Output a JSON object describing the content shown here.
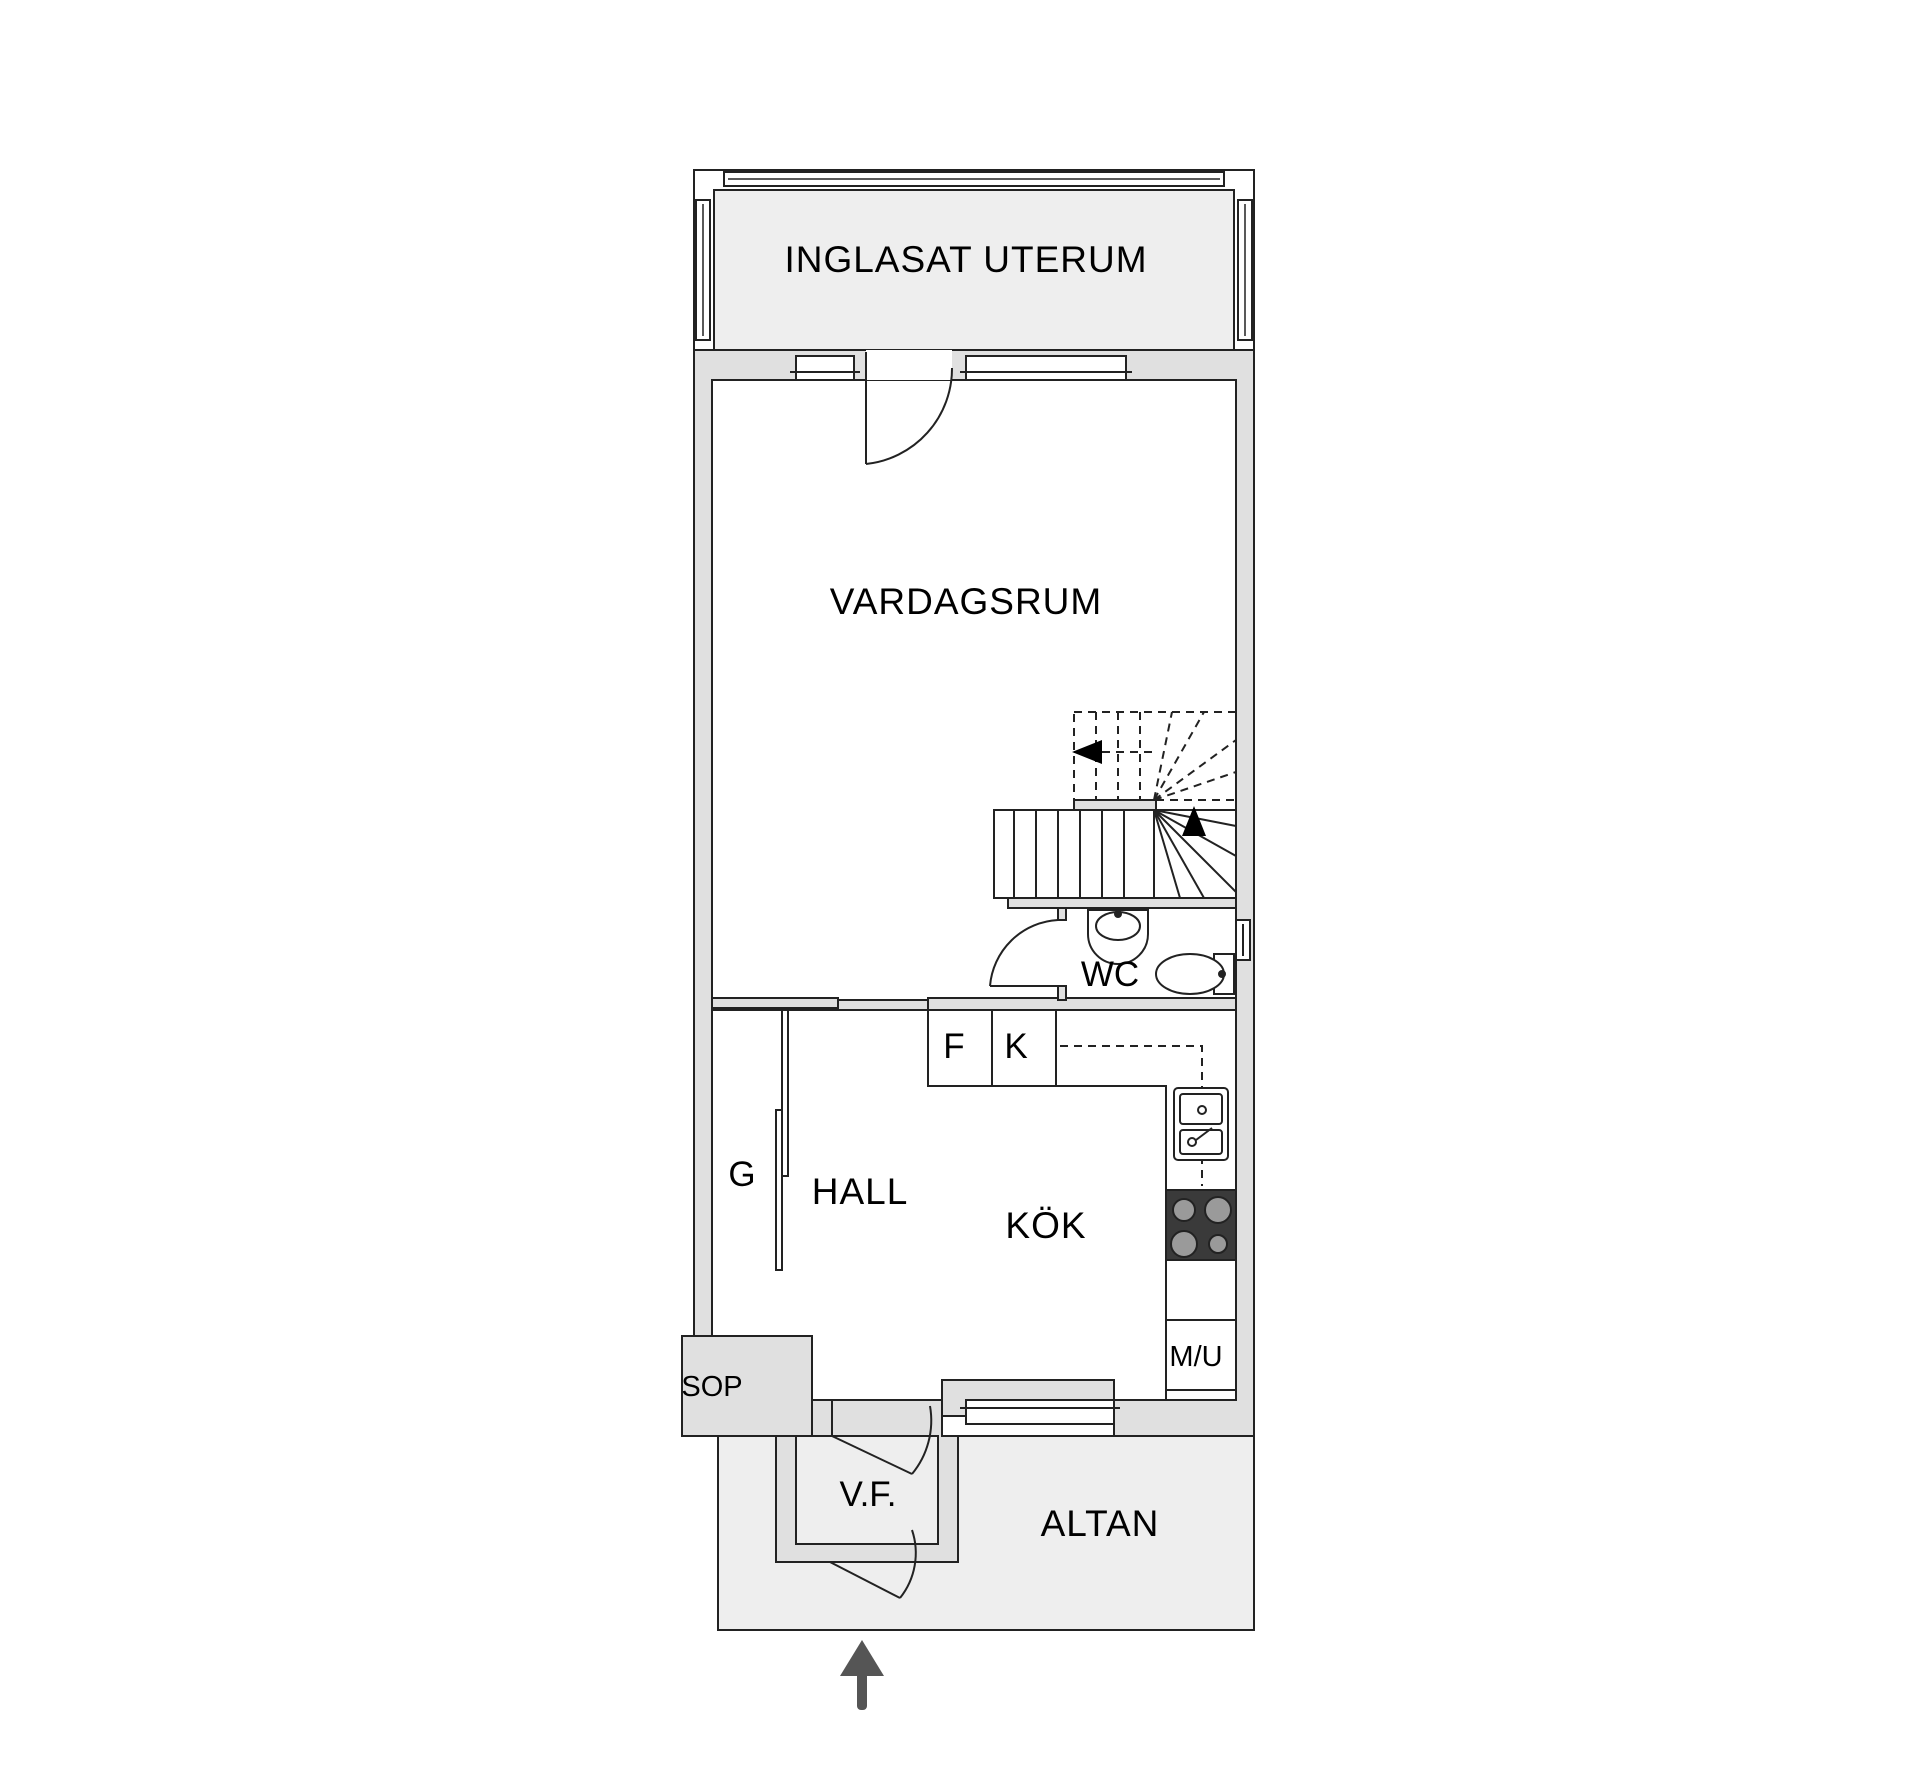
{
  "plan": {
    "rooms": {
      "uterum": "INGLASAT UTERUM",
      "vardagsrum": "VARDAGSRUM",
      "wc": "WC",
      "fridge": "F",
      "freezer": "K",
      "closet": "G",
      "hall": "HALL",
      "kitchen": "KÖK",
      "dishwasher": "M/U",
      "trash": "SOP",
      "vestibule": "V.F.",
      "altan": "ALTAN"
    },
    "colors": {
      "wall_fill": "#e0e0e0",
      "outdoor_fill": "#eeeeee",
      "line": "#222222",
      "stove": "#3a3a3a",
      "entrance_arrow": "#555555"
    },
    "icons": [
      "stair-up-arrow-icon",
      "stair-direction-arrow-icon",
      "entrance-arrow-icon",
      "sink-icon",
      "stove-icon",
      "toilet-icon",
      "washbasin-icon"
    ]
  }
}
